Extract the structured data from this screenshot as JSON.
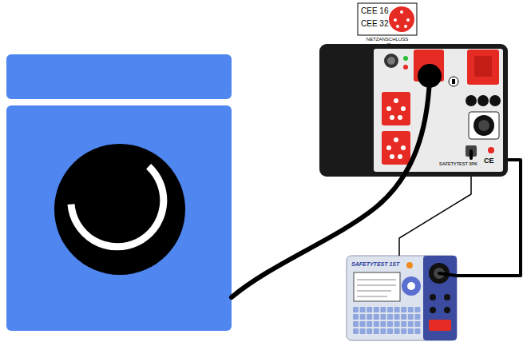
{
  "diagram": {
    "nodes": [
      {
        "text": [
          "CEE 16",
          "CEE 32",
          "NETZANSCHLUSS"
        ]
      },
      {
        "text": [
          "SAFETYTEST 3PK",
          "CE"
        ]
      },
      {
        "text": [
          "SAFETYTEST 1ST"
        ]
      }
    ],
    "edges": [
      {
        "from": 0,
        "to": 1,
        "arrow": "none"
      },
      {
        "from": 1,
        "to": 2,
        "arrow": "none"
      },
      {
        "from": 1,
        "to": 2,
        "arrow": "none"
      }
    ]
  }
}
